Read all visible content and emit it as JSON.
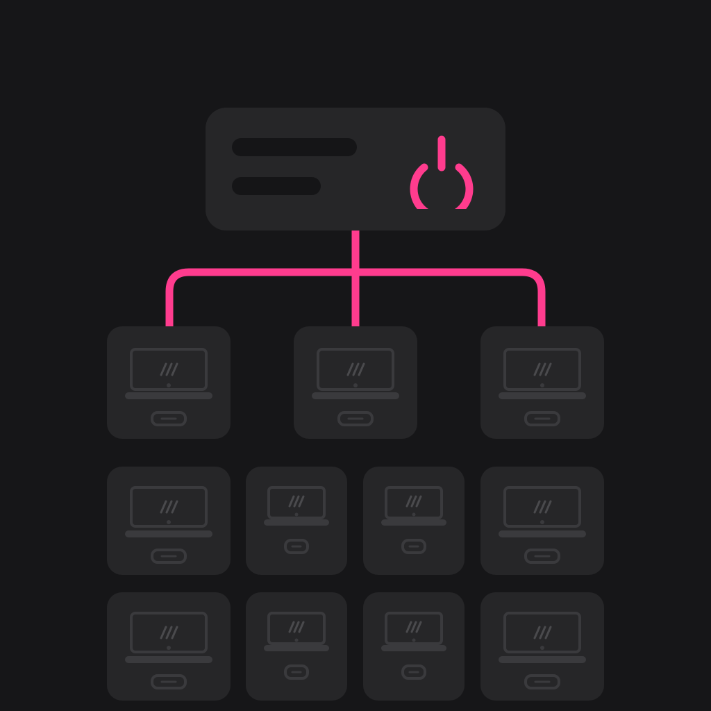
{
  "theme": {
    "background": "#161618",
    "card": "#262628",
    "accent": "#ff3c8e",
    "device_stroke": "#3a3a3d",
    "device_glyph": "#4a4a4d"
  },
  "master_node": {
    "icon": "power-icon",
    "state": "on"
  },
  "connections": {
    "connected_nodes": [
      1,
      2,
      3
    ]
  },
  "device_grid": {
    "rows": [
      [
        {
          "id": 1,
          "icon": "laptop-icon",
          "connected": true
        },
        {
          "id": 2,
          "icon": "laptop-icon",
          "connected": true
        },
        {
          "id": 3,
          "icon": "laptop-icon",
          "connected": true
        }
      ],
      [
        {
          "id": 4,
          "icon": "laptop-icon",
          "connected": false
        },
        {
          "id": 5,
          "icon": "laptop-icon",
          "connected": false
        },
        {
          "id": 6,
          "icon": "laptop-icon",
          "connected": false
        },
        {
          "id": 7,
          "icon": "laptop-icon",
          "connected": false
        }
      ],
      [
        {
          "id": 8,
          "icon": "laptop-icon",
          "connected": false
        },
        {
          "id": 9,
          "icon": "laptop-icon",
          "connected": false
        },
        {
          "id": 10,
          "icon": "laptop-icon",
          "connected": false
        },
        {
          "id": 11,
          "icon": "laptop-icon",
          "connected": false
        }
      ]
    ]
  }
}
